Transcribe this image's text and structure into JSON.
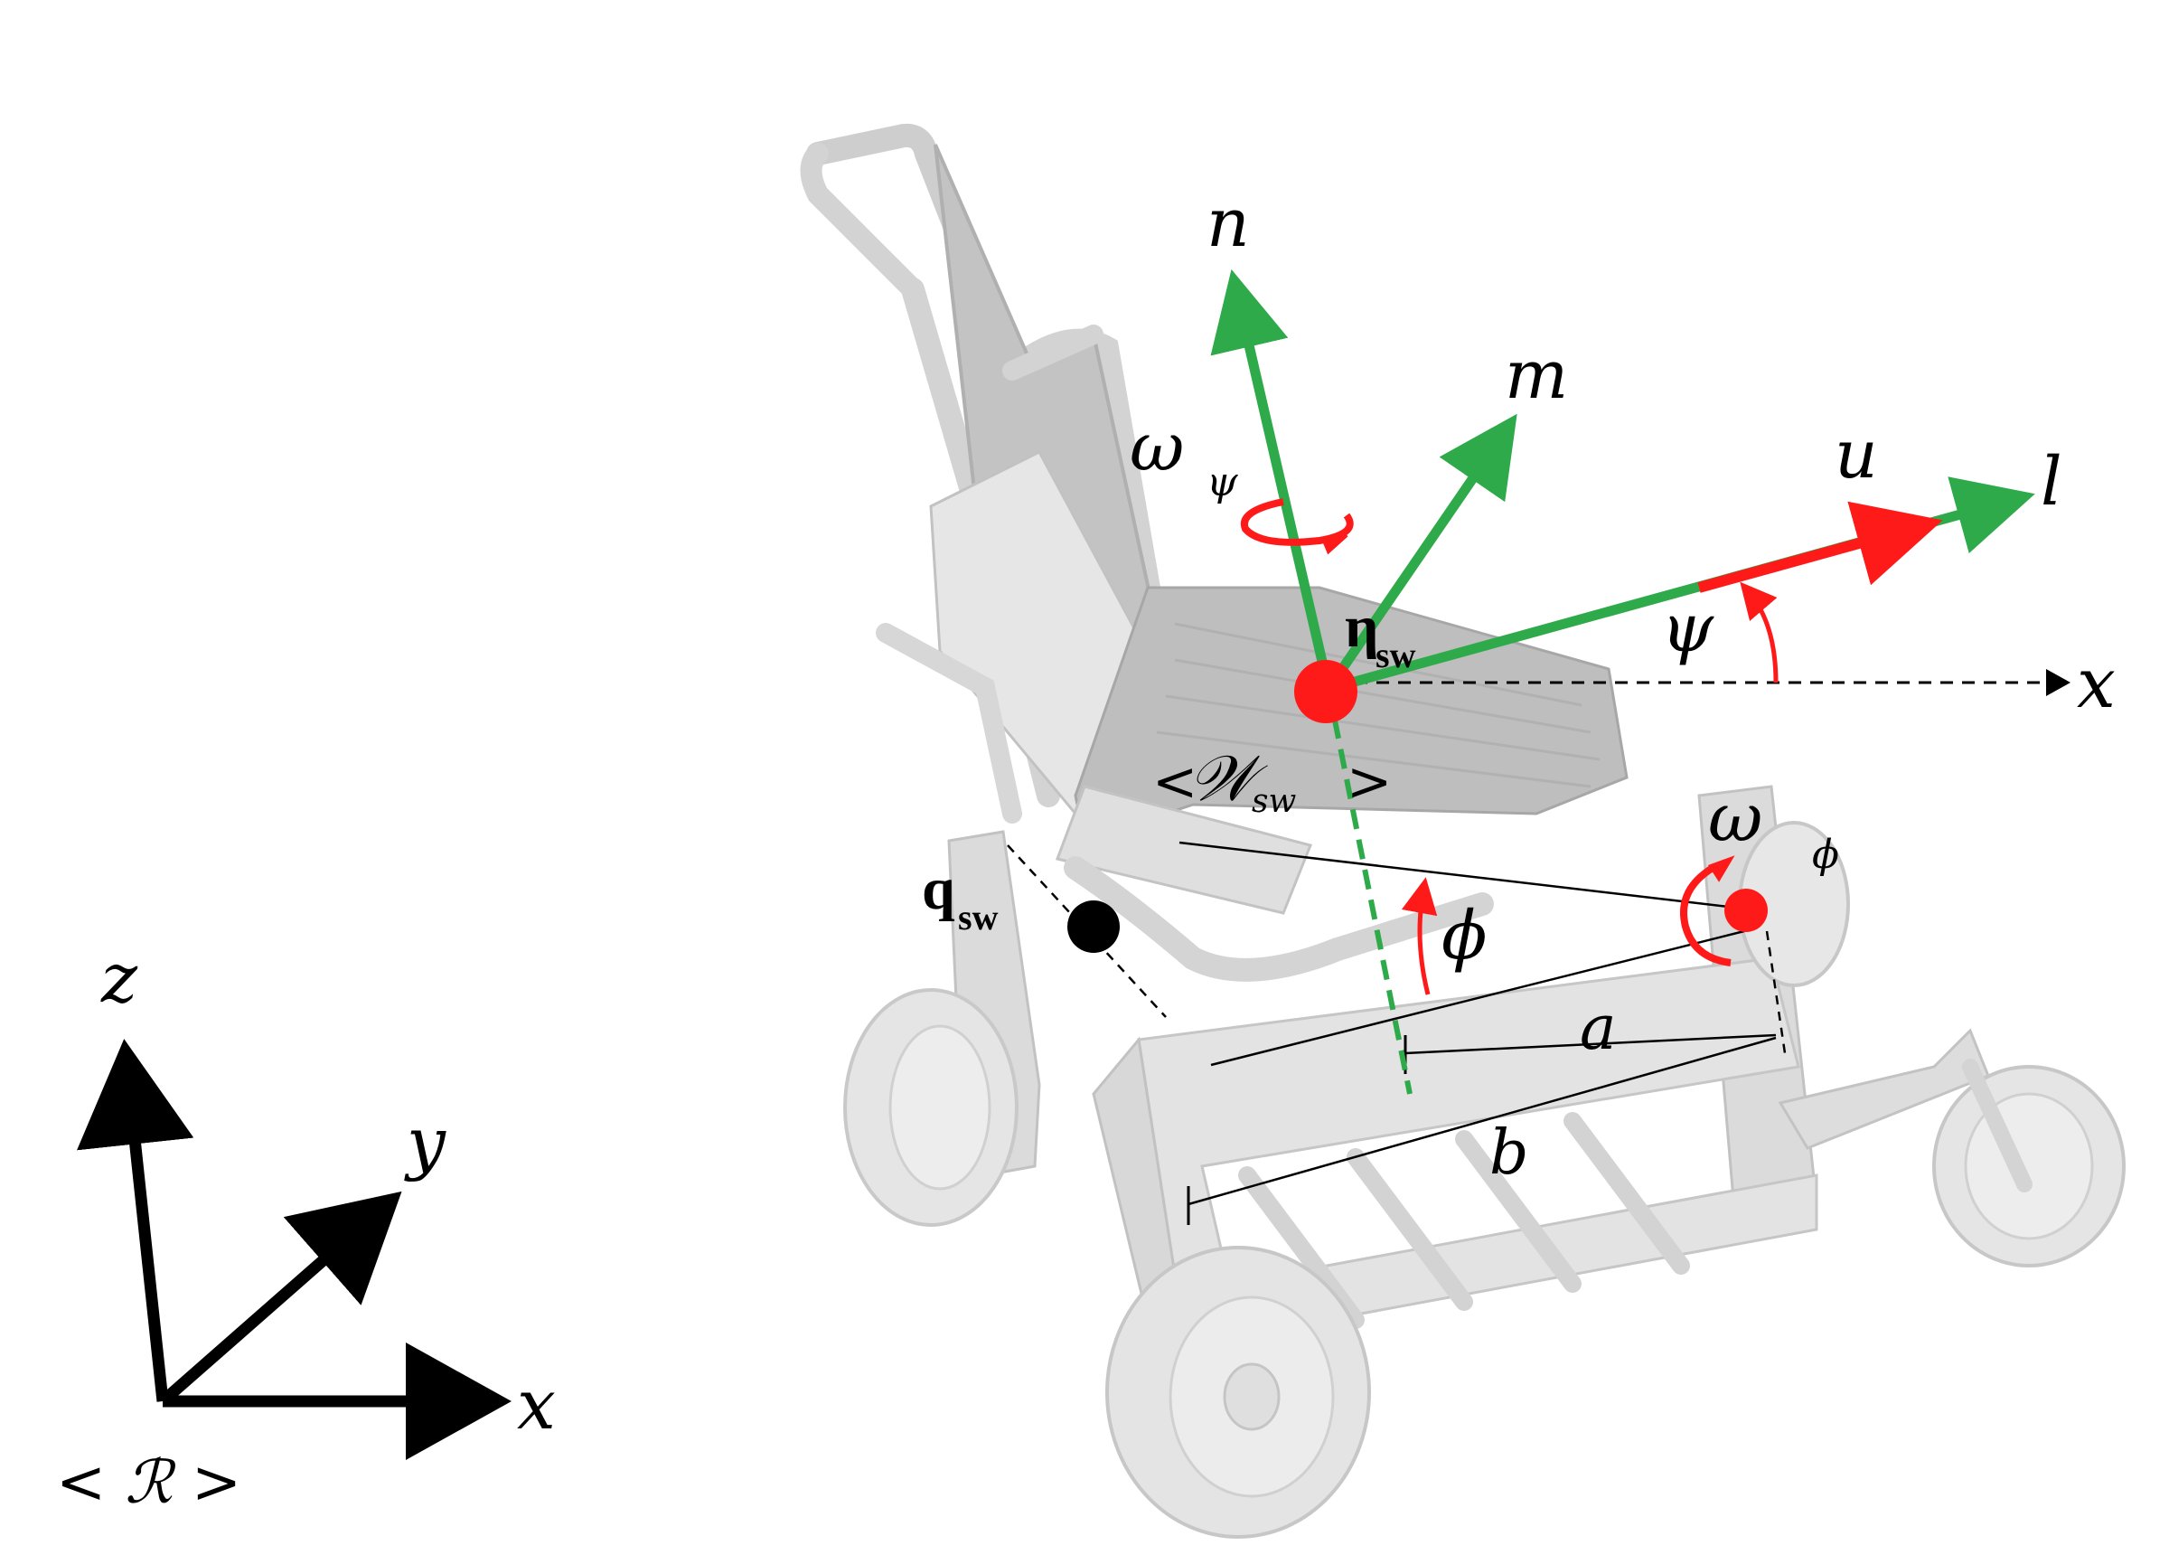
{
  "colors": {
    "frame_axes": "#2faa4a",
    "velocity": "#ff1a1a",
    "reference": "#000000",
    "chair": "#d6d6d6",
    "chair_dark": "#9a9a9a"
  },
  "reference_frame": {
    "axis_x": "x",
    "axis_y": "y",
    "axis_z": "z",
    "frame_label": "< ℛ >"
  },
  "wheelchair_frame": {
    "axis_n": "n",
    "axis_m": "m",
    "axis_l": "l",
    "frame_label_open": "<",
    "frame_label_W": "𝒲",
    "frame_label_sub": "sw",
    "frame_label_close": ">"
  },
  "points": {
    "eta_main": "η",
    "eta_sub": "sw",
    "q_main": "q",
    "q_sub": "sw"
  },
  "quantities": {
    "velocity_u": "u",
    "yaw_angle": "ψ",
    "omega_psi_main": "ω",
    "omega_psi_sub": "ψ",
    "omega_phi_main": "ω",
    "omega_phi_sub": "ϕ",
    "roll_angle": "ϕ",
    "dim_a": "a",
    "dim_b": "b",
    "global_x": "x"
  }
}
